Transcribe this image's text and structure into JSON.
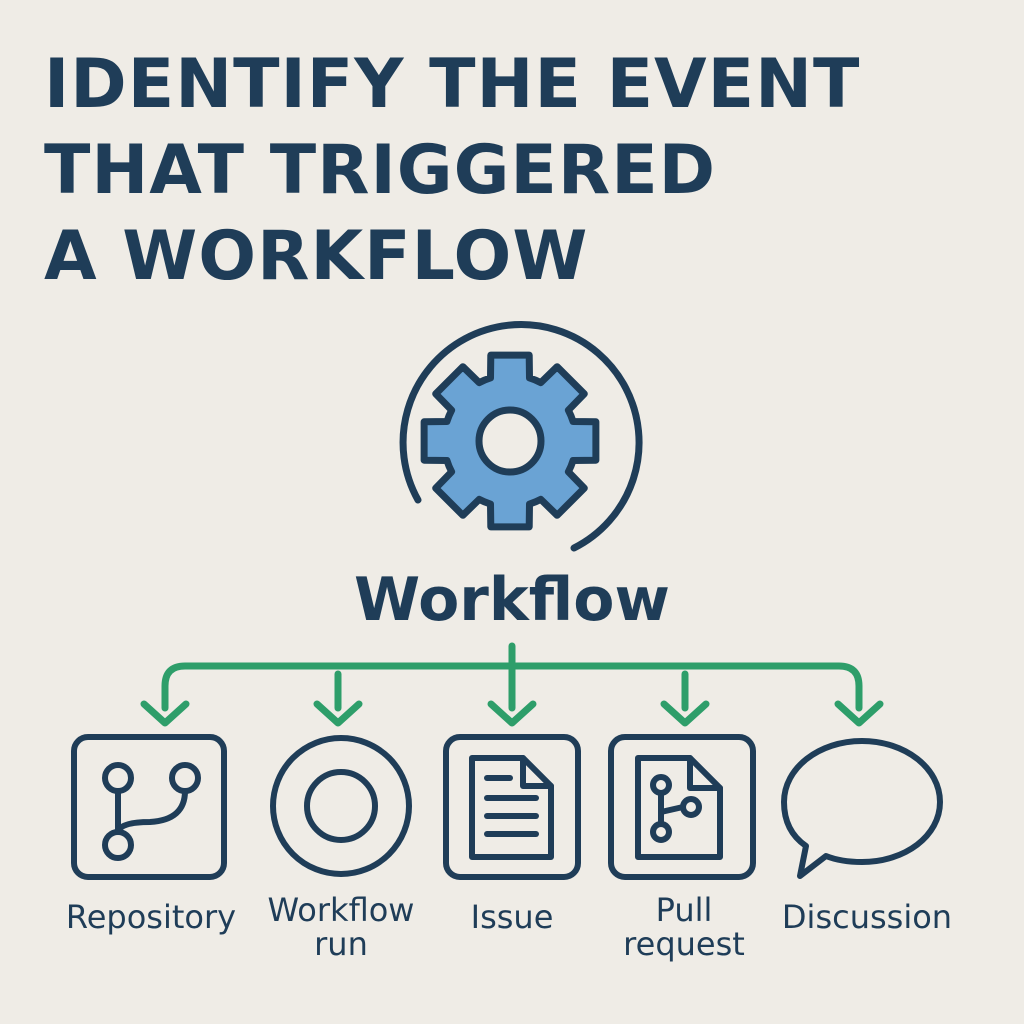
{
  "title": {
    "lines": [
      "IDENTIFY THE EVENT",
      "THAT TRIGGERED",
      "A WORKFLOW"
    ]
  },
  "center": {
    "label": "Workflow",
    "icon": "gear-icon"
  },
  "nodes": [
    {
      "label_lines": [
        "Repository"
      ],
      "icon": "branch-icon"
    },
    {
      "label_lines": [
        "Workflow",
        "run"
      ],
      "icon": "circle-icon"
    },
    {
      "label_lines": [
        "Issue"
      ],
      "icon": "document-icon"
    },
    {
      "label_lines": [
        "Pull",
        "request"
      ],
      "icon": "pull-request-icon"
    },
    {
      "label_lines": [
        "Discussion"
      ],
      "icon": "speech-bubble-icon"
    }
  ],
  "colors": {
    "background": "#efece6",
    "ink": "#1f3d58",
    "gear": "#6aa3d4",
    "connector": "#2e9e6a"
  }
}
